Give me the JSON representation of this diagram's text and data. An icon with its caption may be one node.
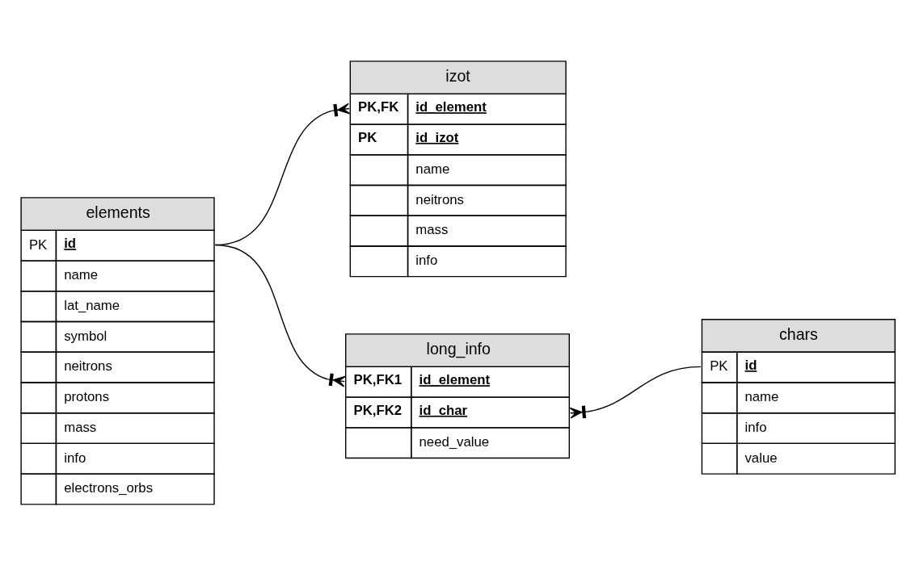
{
  "diagram": {
    "nodes": [
      {
        "text": [
          "elements",
          "PK",
          "id",
          "name",
          "lat_name",
          "symbol",
          "neitrons",
          "protons",
          "mass",
          "info",
          "electrons_orbs"
        ]
      },
      {
        "text": [
          "izot",
          "PK,FK",
          "id_element",
          "PK",
          "id_izot",
          "name",
          "neitrons",
          "mass",
          "info"
        ]
      },
      {
        "text": [
          "chars",
          "PK",
          "id",
          "name",
          "info",
          "value"
        ]
      },
      {
        "text": [
          "long_info",
          "PK,FK1",
          "id_element",
          "PK,FK2",
          "id_char",
          "need_value"
        ]
      }
    ],
    "edges": [
      {
        "from": 0,
        "to": 1,
        "arrow": "other"
      },
      {
        "from": 0,
        "to": 3,
        "arrow": "other"
      },
      {
        "from": 2,
        "to": 3,
        "arrow": "other"
      }
    ]
  }
}
